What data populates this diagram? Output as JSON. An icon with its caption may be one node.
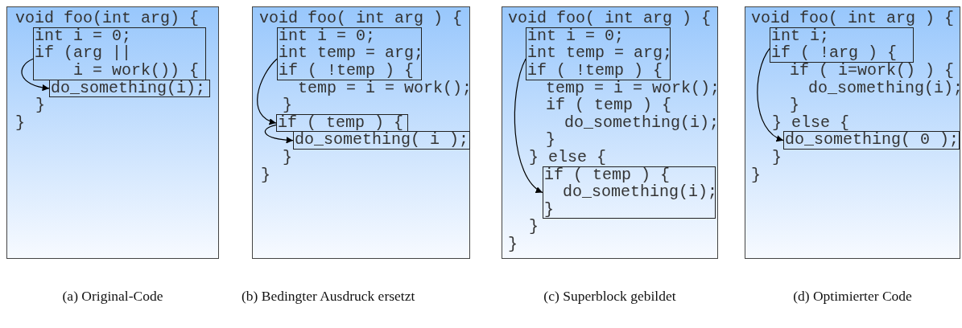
{
  "diagram": {
    "nodes": [
      {
        "text": [
          "void foo(int arg) {",
          "}",
          "}"
        ],
        "beside": [
          "(a) Original-Code"
        ]
      },
      {
        "text": [
          "int i = 0;",
          "if (arg ||",
          "i = work()) {"
        ],
        "in": 0
      },
      {
        "text": [
          "do_something(i);"
        ],
        "in": 0
      },
      {
        "text": [
          "void foo( int arg ) {",
          "temp = i = work();",
          "}",
          "}",
          "}"
        ],
        "beside": [
          "(b) Bedingter Ausdruck ersetzt"
        ]
      },
      {
        "text": [
          "int i = 0;",
          "int temp = arg;",
          "if ( !temp ) {"
        ],
        "in": 3
      },
      {
        "text": [
          "if ( temp ) {"
        ],
        "in": 3
      },
      {
        "text": [
          "do_something( i );"
        ],
        "in": 3
      },
      {
        "text": [
          "void foo( int arg ) {",
          "temp = i = work();",
          "if ( temp ) {",
          "do_something(i);",
          "}",
          "} else {",
          "}",
          "}"
        ],
        "beside": [
          "(c) Superblock gebildet"
        ]
      },
      {
        "text": [
          "int i = 0;",
          "int temp = arg;",
          "if ( !temp ) {"
        ],
        "in": 7
      },
      {
        "text": [
          "if ( temp ) {",
          "do_something(i);",
          "}"
        ],
        "in": 7
      },
      {
        "text": [
          "void foo( int arg ) {",
          "if ( i=work() ) {",
          "do_something(i);",
          "}",
          "} else {",
          "}",
          "}"
        ],
        "beside": [
          "(d) Optimierter Code"
        ]
      },
      {
        "text": [
          "int i;",
          "if ( !arg ) {"
        ],
        "in": 10
      },
      {
        "text": [
          "do_something( 0 );"
        ],
        "in": 10
      }
    ],
    "edges": [
      {
        "from": 1,
        "to": 2,
        "arrow": "to"
      },
      {
        "from": 4,
        "to": 5,
        "arrow": "to"
      },
      {
        "from": 5,
        "to": 6,
        "arrow": "to"
      },
      {
        "from": 8,
        "to": 9,
        "arrow": "to"
      },
      {
        "from": 11,
        "to": 12,
        "arrow": "to"
      }
    ]
  }
}
